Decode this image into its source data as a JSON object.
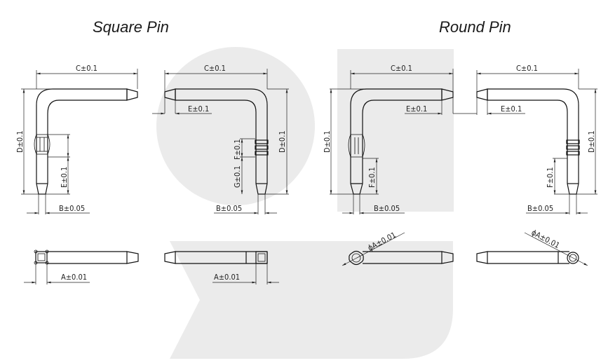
{
  "titles": {
    "square": "Square Pin",
    "round": "Round Pin"
  },
  "colors": {
    "line": "#111111",
    "watermark": "#ebebeb",
    "background": "#ffffff"
  },
  "square_pin": {
    "side_view_left": {
      "length_label": "C±0.1",
      "height_label": "D±0.1",
      "retention_label": "E±0.1",
      "width_label": "B±0.05"
    },
    "side_view_right": {
      "length_label": "C±0.1",
      "tip_label": "E±0.1",
      "height_label": "D±0.1",
      "retention_label": "F±0.1",
      "offset_label": "G±0.1",
      "width_label": "B±0.05"
    },
    "end_view_left": {
      "size_label": "A±0.01"
    },
    "end_view_right": {
      "size_label": "A±0.01"
    }
  },
  "round_pin": {
    "side_view_left": {
      "length_label": "C±0.1",
      "tip_label": "E±0.1",
      "height_label": "D±0.1",
      "retention_label": "F±0.1",
      "width_label": "B±0.05"
    },
    "side_view_right": {
      "length_label": "C±0.1",
      "tip_label": "E±0.1",
      "height_label": "D±0.1",
      "retention_label": "F±0.1",
      "width_label": "B±0.05"
    },
    "end_view_left": {
      "diameter_label": "ϕA±0.01"
    },
    "end_view_right": {
      "diameter_label": "ϕA±0.01"
    }
  }
}
